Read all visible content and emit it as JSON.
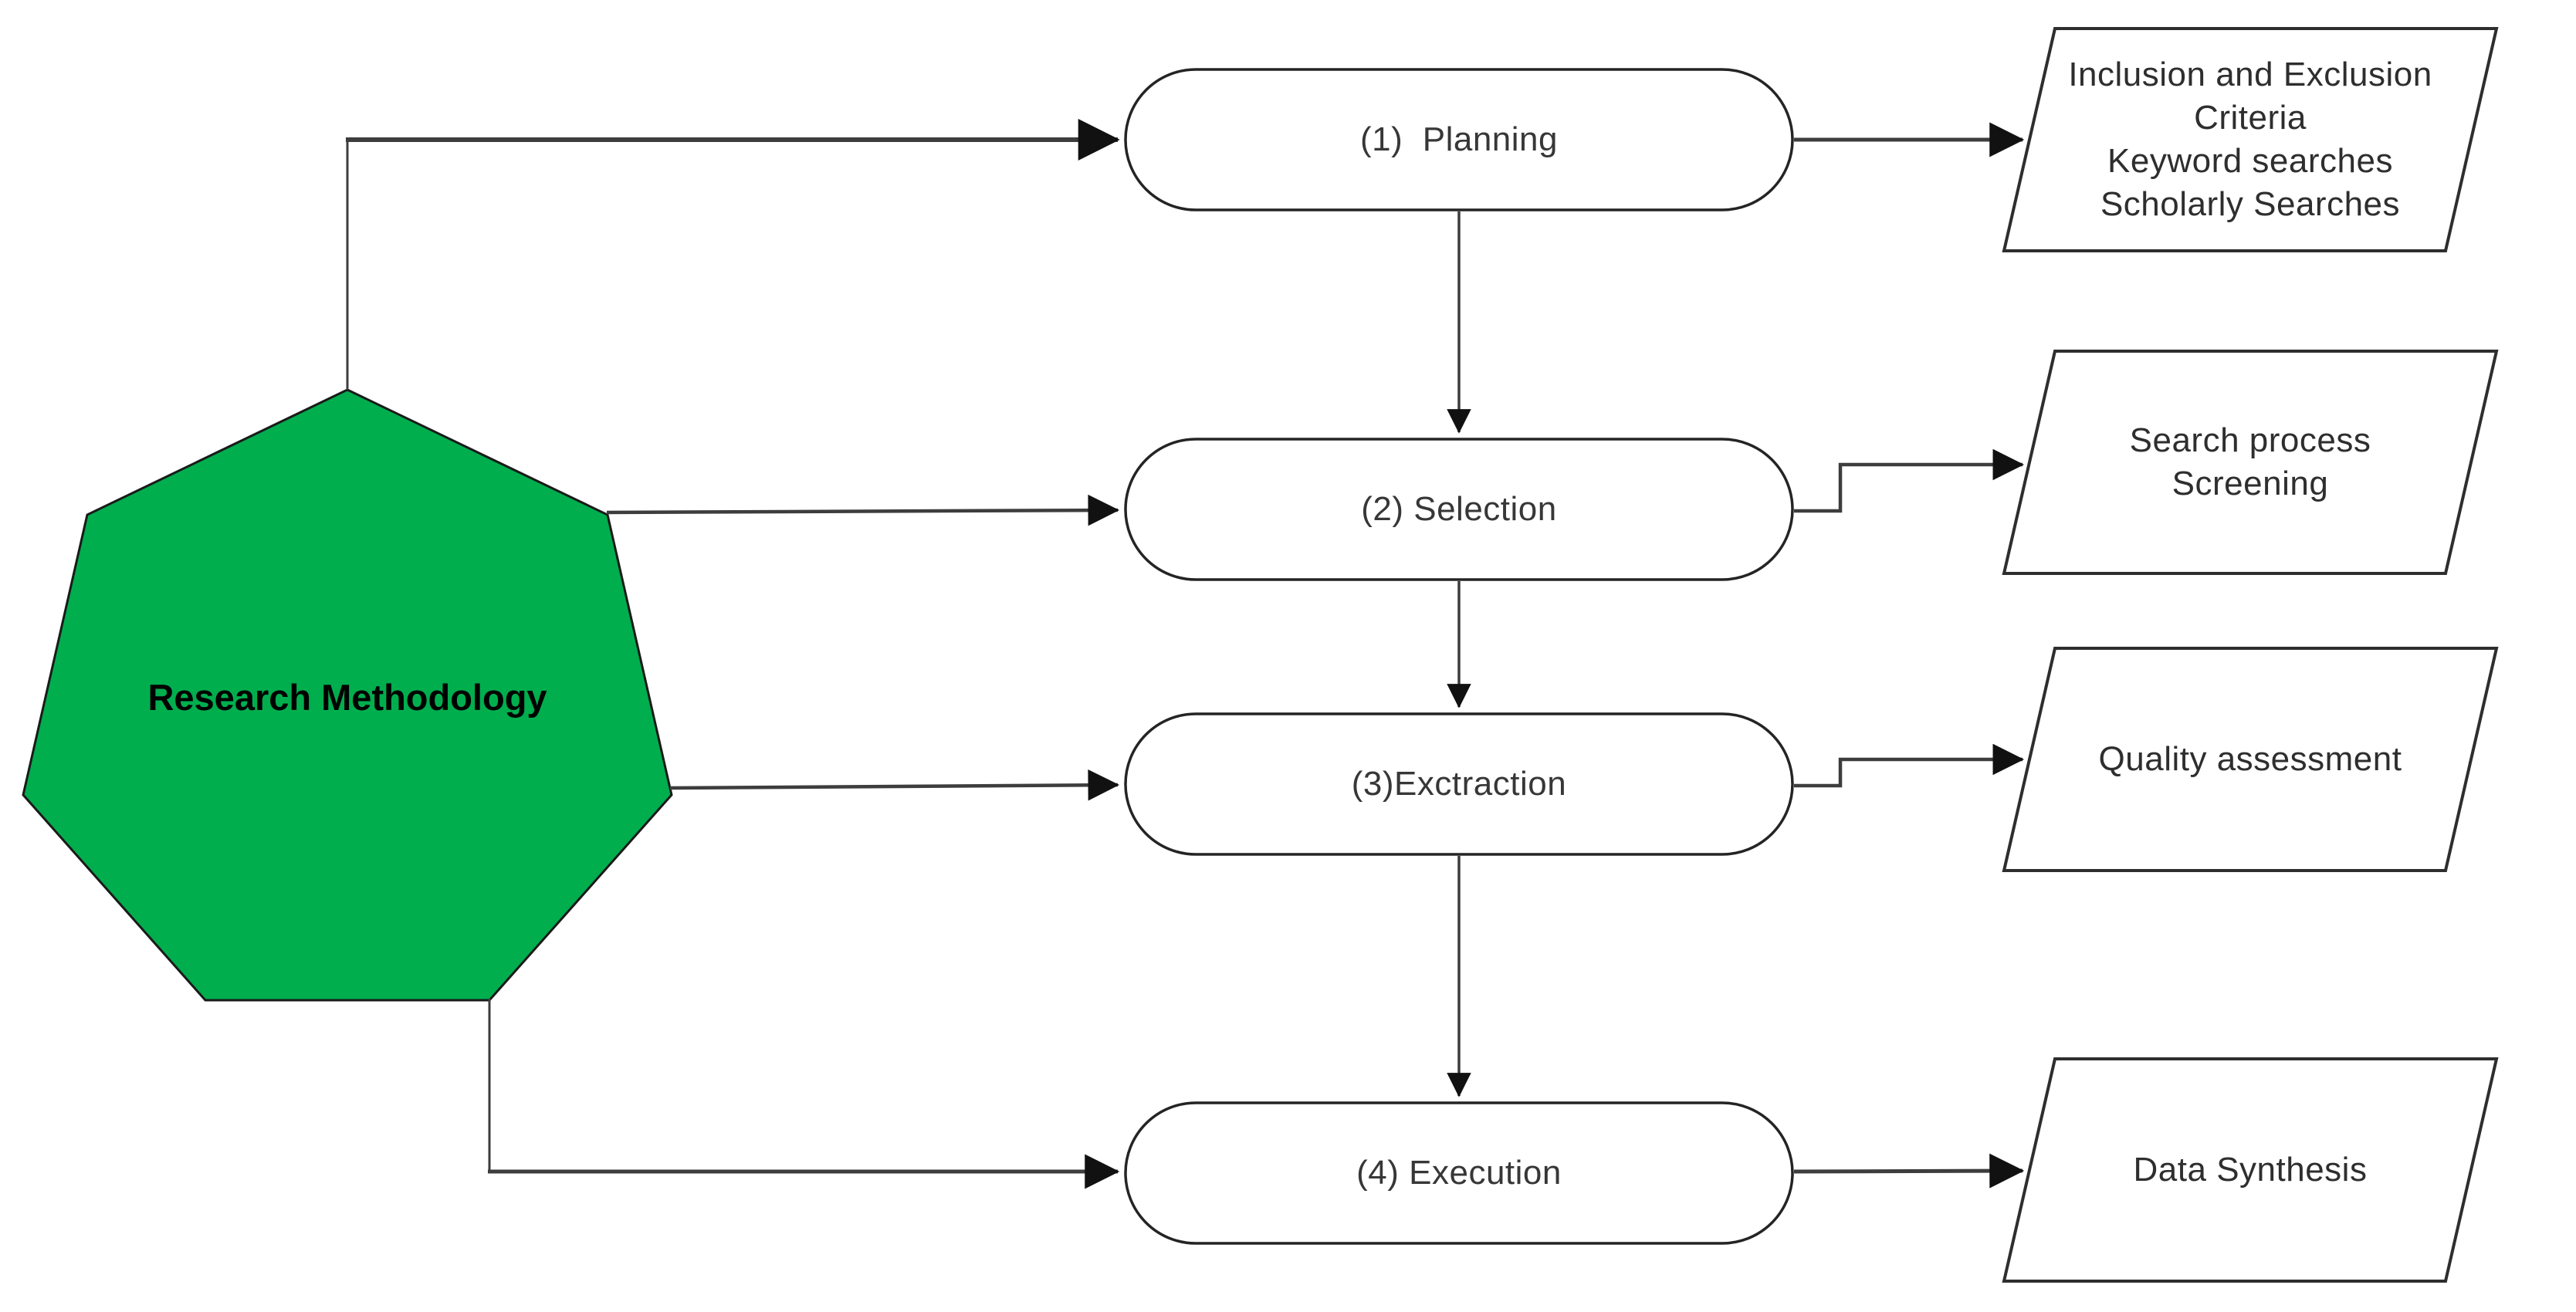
{
  "diagram": {
    "type": "flowchart",
    "background": "#ffffff"
  },
  "heptagon": {
    "label": "Research Methodology",
    "fill_color": "#00AE4E",
    "border_color": "#1a1a1a",
    "text_color": "#000000"
  },
  "stages": [
    {
      "number": "(1)",
      "name": "Planning",
      "label": "(1)  Planning"
    },
    {
      "number": "(2)",
      "name": "Selection",
      "label": "(2) Selection"
    },
    {
      "number": "(3)",
      "name": "Exctraction",
      "label": "(3)Exctraction"
    },
    {
      "number": "(4)",
      "name": "Execution",
      "label": "(4) Execution"
    }
  ],
  "outputs": [
    {
      "lines": [
        "Inclusion and Exclusion",
        "Criteria",
        "Keyword searches",
        "Scholarly Searches"
      ]
    },
    {
      "lines": [
        "Search process",
        "Screening"
      ]
    },
    {
      "lines": [
        "Quality assessment"
      ]
    },
    {
      "lines": [
        "Data Synthesis"
      ]
    }
  ],
  "connections": {
    "hub_to_stages": "Research Methodology connects to all four stages",
    "stage_flow": "Planning -> Selection -> Exctraction -> Execution",
    "stage_outputs": "each stage points to its output parallelogram"
  },
  "colors": {
    "connector_line": "#3d3d3d",
    "arrowhead": "#111111",
    "shape_border": "#242424",
    "shape_fill": "#ffffff",
    "stage_text": "#373737"
  }
}
